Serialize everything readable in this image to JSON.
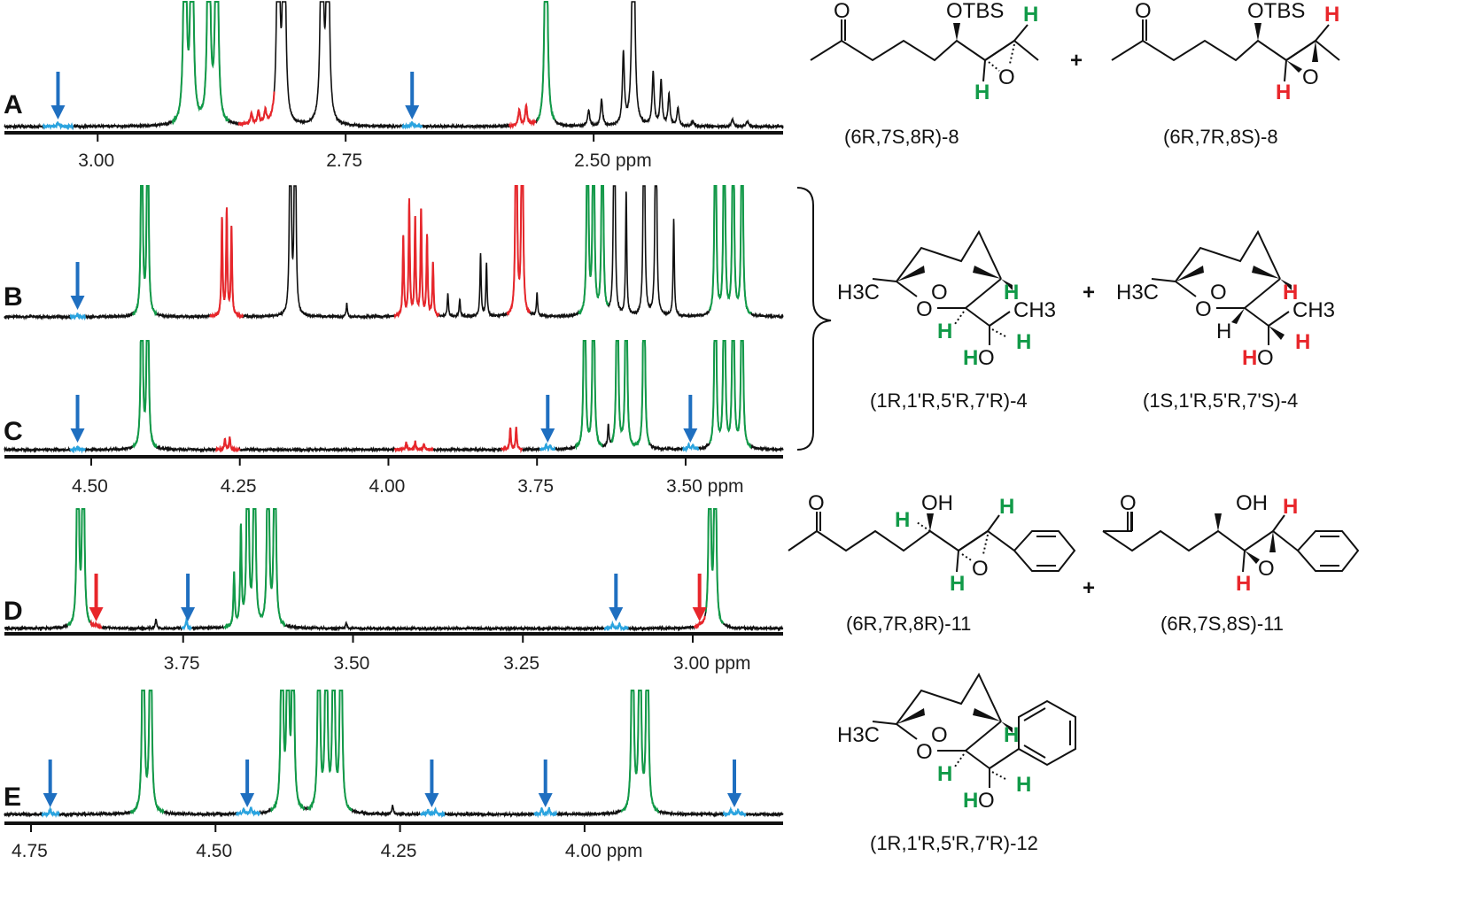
{
  "colors": {
    "green": "#119a48",
    "red": "#e8262b",
    "blue": "#1f6fc0",
    "black": "#111111",
    "lightblue": "#2aa4e0"
  },
  "chart_data": [
    {
      "type": "line",
      "panel": "A",
      "xlabel": "ppm",
      "xlim": [
        3.094,
        2.309
      ],
      "ticks": [
        {
          "v": 3.0,
          "label": "3.00"
        },
        {
          "v": 2.75,
          "label": "2.75"
        },
        {
          "v": 2.5,
          "label": "2.50 ppm"
        }
      ],
      "peaks": [
        {
          "ppm": 2.912,
          "h": 400,
          "c": "green"
        },
        {
          "ppm": 2.905,
          "h": 400,
          "c": "green"
        },
        {
          "ppm": 2.888,
          "h": 400,
          "c": "green"
        },
        {
          "ppm": 2.88,
          "h": 400,
          "c": "green"
        },
        {
          "ppm": 2.845,
          "h": 12,
          "c": "red"
        },
        {
          "ppm": 2.838,
          "h": 15,
          "c": "red"
        },
        {
          "ppm": 2.831,
          "h": 14,
          "c": "red"
        },
        {
          "ppm": 2.818,
          "h": 400,
          "c": "black"
        },
        {
          "ppm": 2.812,
          "h": 400,
          "c": "black"
        },
        {
          "ppm": 2.774,
          "h": 400,
          "c": "black"
        },
        {
          "ppm": 2.768,
          "h": 400,
          "c": "black"
        },
        {
          "ppm": 2.683,
          "h": 4,
          "c": "blue"
        },
        {
          "ppm": 2.575,
          "h": 18,
          "c": "red"
        },
        {
          "ppm": 2.568,
          "h": 22,
          "c": "red"
        },
        {
          "ppm": 2.548,
          "h": 400,
          "c": "green"
        },
        {
          "ppm": 2.505,
          "h": 18,
          "c": "black"
        },
        {
          "ppm": 2.492,
          "h": 30,
          "c": "black"
        },
        {
          "ppm": 2.47,
          "h": 80,
          "c": "black"
        },
        {
          "ppm": 2.46,
          "h": 400,
          "c": "black"
        },
        {
          "ppm": 2.44,
          "h": 60,
          "c": "black"
        },
        {
          "ppm": 2.432,
          "h": 50,
          "c": "black"
        },
        {
          "ppm": 2.424,
          "h": 35,
          "c": "black"
        },
        {
          "ppm": 2.415,
          "h": 20,
          "c": "black"
        },
        {
          "ppm": 2.4,
          "h": 6,
          "c": "black"
        },
        {
          "ppm": 2.36,
          "h": 8,
          "c": "black"
        },
        {
          "ppm": 2.345,
          "h": 6,
          "c": "black"
        },
        {
          "ppm": 3.04,
          "h": 4,
          "c": "blue"
        }
      ],
      "regions": [
        {
          "from": 2.925,
          "to": 2.868,
          "c": "green"
        },
        {
          "from": 2.858,
          "to": 2.822,
          "c": "red"
        },
        {
          "from": 3.055,
          "to": 3.025,
          "c": "blue"
        },
        {
          "from": 2.693,
          "to": 2.673,
          "c": "blue"
        },
        {
          "from": 2.585,
          "to": 2.558,
          "c": "red"
        },
        {
          "from": 2.557,
          "to": 2.539,
          "c": "green"
        }
      ],
      "arrows": [
        {
          "ppm": 3.04,
          "c": "blue"
        },
        {
          "ppm": 2.683,
          "c": "blue"
        }
      ]
    },
    {
      "type": "line",
      "panel": "B",
      "xlabel": "ppm",
      "xlim": [
        4.646,
        3.336
      ],
      "ticks": [],
      "peaks": [
        {
          "ppm": 4.523,
          "h": 3,
          "c": "blue"
        },
        {
          "ppm": 4.415,
          "h": 400,
          "c": "green"
        },
        {
          "ppm": 4.405,
          "h": 400,
          "c": "green"
        },
        {
          "ppm": 4.28,
          "h": 110,
          "c": "red"
        },
        {
          "ppm": 4.272,
          "h": 120,
          "c": "red"
        },
        {
          "ppm": 4.264,
          "h": 100,
          "c": "red"
        },
        {
          "ppm": 4.165,
          "h": 400,
          "c": "black"
        },
        {
          "ppm": 4.157,
          "h": 400,
          "c": "black"
        },
        {
          "ppm": 4.07,
          "h": 15,
          "c": "black"
        },
        {
          "ppm": 3.975,
          "h": 90,
          "c": "red"
        },
        {
          "ppm": 3.965,
          "h": 130,
          "c": "red"
        },
        {
          "ppm": 3.955,
          "h": 110,
          "c": "red"
        },
        {
          "ppm": 3.945,
          "h": 120,
          "c": "red"
        },
        {
          "ppm": 3.935,
          "h": 90,
          "c": "red"
        },
        {
          "ppm": 3.925,
          "h": 60,
          "c": "red"
        },
        {
          "ppm": 3.9,
          "h": 25,
          "c": "black"
        },
        {
          "ppm": 3.88,
          "h": 20,
          "c": "black"
        },
        {
          "ppm": 3.845,
          "h": 70,
          "c": "black"
        },
        {
          "ppm": 3.835,
          "h": 60,
          "c": "black"
        },
        {
          "ppm": 3.785,
          "h": 400,
          "c": "red"
        },
        {
          "ppm": 3.775,
          "h": 400,
          "c": "red"
        },
        {
          "ppm": 3.75,
          "h": 25,
          "c": "black"
        },
        {
          "ppm": 3.665,
          "h": 400,
          "c": "green"
        },
        {
          "ppm": 3.655,
          "h": 400,
          "c": "green"
        },
        {
          "ppm": 3.64,
          "h": 400,
          "c": "green"
        },
        {
          "ppm": 3.62,
          "h": 400,
          "c": "black"
        },
        {
          "ppm": 3.6,
          "h": 140,
          "c": "black"
        },
        {
          "ppm": 3.57,
          "h": 400,
          "c": "black"
        },
        {
          "ppm": 3.55,
          "h": 400,
          "c": "black"
        },
        {
          "ppm": 3.52,
          "h": 110,
          "c": "black"
        },
        {
          "ppm": 3.45,
          "h": 400,
          "c": "green"
        },
        {
          "ppm": 3.435,
          "h": 400,
          "c": "green"
        },
        {
          "ppm": 3.42,
          "h": 400,
          "c": "green"
        },
        {
          "ppm": 3.405,
          "h": 400,
          "c": "green"
        }
      ],
      "regions": [
        {
          "from": 4.535,
          "to": 4.51,
          "c": "blue"
        },
        {
          "from": 4.43,
          "to": 4.39,
          "c": "green"
        },
        {
          "from": 4.3,
          "to": 4.245,
          "c": "red"
        },
        {
          "from": 3.99,
          "to": 3.915,
          "c": "red"
        },
        {
          "from": 3.8,
          "to": 3.762,
          "c": "red"
        },
        {
          "from": 3.68,
          "to": 3.63,
          "c": "green"
        },
        {
          "from": 3.46,
          "to": 3.39,
          "c": "green"
        }
      ],
      "arrows": [
        {
          "ppm": 4.523,
          "c": "blue"
        }
      ]
    },
    {
      "type": "line",
      "panel": "C",
      "xlabel": "ppm",
      "xlim": [
        4.646,
        3.336
      ],
      "ticks": [
        {
          "v": 4.5,
          "label": "4.50"
        },
        {
          "v": 4.25,
          "label": "4.25"
        },
        {
          "v": 4.0,
          "label": "4.00"
        },
        {
          "v": 3.75,
          "label": "3.75"
        },
        {
          "v": 3.5,
          "label": "3.50 ppm"
        }
      ],
      "peaks": [
        {
          "ppm": 4.523,
          "h": 3,
          "c": "blue"
        },
        {
          "ppm": 4.415,
          "h": 400,
          "c": "green"
        },
        {
          "ppm": 4.405,
          "h": 400,
          "c": "green"
        },
        {
          "ppm": 4.275,
          "h": 12,
          "c": "red"
        },
        {
          "ppm": 4.267,
          "h": 14,
          "c": "red"
        },
        {
          "ppm": 3.97,
          "h": 8,
          "c": "red"
        },
        {
          "ppm": 3.955,
          "h": 9,
          "c": "red"
        },
        {
          "ppm": 3.94,
          "h": 7,
          "c": "red"
        },
        {
          "ppm": 3.795,
          "h": 25,
          "c": "red"
        },
        {
          "ppm": 3.785,
          "h": 25,
          "c": "red"
        },
        {
          "ppm": 3.735,
          "h": 5,
          "c": "blue"
        },
        {
          "ppm": 3.728,
          "h": 5,
          "c": "blue"
        },
        {
          "ppm": 3.67,
          "h": 400,
          "c": "green"
        },
        {
          "ppm": 3.655,
          "h": 400,
          "c": "green"
        },
        {
          "ppm": 3.63,
          "h": 25,
          "c": "black"
        },
        {
          "ppm": 3.615,
          "h": 400,
          "c": "green"
        },
        {
          "ppm": 3.6,
          "h": 400,
          "c": "green"
        },
        {
          "ppm": 3.57,
          "h": 400,
          "c": "green"
        },
        {
          "ppm": 3.495,
          "h": 5,
          "c": "blue"
        },
        {
          "ppm": 3.488,
          "h": 5,
          "c": "blue"
        },
        {
          "ppm": 3.45,
          "h": 400,
          "c": "green"
        },
        {
          "ppm": 3.435,
          "h": 400,
          "c": "green"
        },
        {
          "ppm": 3.42,
          "h": 400,
          "c": "green"
        },
        {
          "ppm": 3.405,
          "h": 400,
          "c": "green"
        }
      ],
      "regions": [
        {
          "from": 4.535,
          "to": 4.51,
          "c": "blue"
        },
        {
          "from": 4.43,
          "to": 4.39,
          "c": "green"
        },
        {
          "from": 4.29,
          "to": 4.25,
          "c": "red"
        },
        {
          "from": 3.99,
          "to": 3.925,
          "c": "red"
        },
        {
          "from": 3.81,
          "to": 3.775,
          "c": "red"
        },
        {
          "from": 3.745,
          "to": 3.72,
          "c": "blue"
        },
        {
          "from": 3.685,
          "to": 3.64,
          "c": "green"
        },
        {
          "from": 3.625,
          "to": 3.56,
          "c": "green"
        },
        {
          "from": 3.505,
          "to": 3.478,
          "c": "blue"
        },
        {
          "from": 3.46,
          "to": 3.39,
          "c": "green"
        }
      ],
      "arrows": [
        {
          "ppm": 4.523,
          "c": "blue"
        },
        {
          "ppm": 3.732,
          "c": "blue"
        },
        {
          "ppm": 3.492,
          "c": "blue"
        }
      ]
    },
    {
      "type": "line",
      "panel": "D",
      "xlabel": "ppm",
      "xlim": [
        4.013,
        2.867
      ],
      "ticks": [
        {
          "v": 3.75,
          "label": "3.75"
        },
        {
          "v": 3.5,
          "label": "3.50"
        },
        {
          "v": 3.25,
          "label": "3.25"
        },
        {
          "v": 3.0,
          "label": "3.00 ppm"
        }
      ],
      "peaks": [
        {
          "ppm": 3.905,
          "h": 400,
          "c": "green"
        },
        {
          "ppm": 3.897,
          "h": 400,
          "c": "green"
        },
        {
          "ppm": 3.878,
          "h": 3,
          "c": "red"
        },
        {
          "ppm": 3.79,
          "h": 10,
          "c": "black"
        },
        {
          "ppm": 3.745,
          "h": 10,
          "c": "blue"
        },
        {
          "ppm": 3.675,
          "h": 60,
          "c": "green"
        },
        {
          "ppm": 3.665,
          "h": 110,
          "c": "green"
        },
        {
          "ppm": 3.655,
          "h": 400,
          "c": "green"
        },
        {
          "ppm": 3.645,
          "h": 400,
          "c": "green"
        },
        {
          "ppm": 3.625,
          "h": 400,
          "c": "green"
        },
        {
          "ppm": 3.615,
          "h": 400,
          "c": "green"
        },
        {
          "ppm": 3.51,
          "h": 6,
          "c": "black"
        },
        {
          "ppm": 3.118,
          "h": 5,
          "c": "blue"
        },
        {
          "ppm": 3.108,
          "h": 5,
          "c": "blue"
        },
        {
          "ppm": 2.99,
          "h": 3,
          "c": "red"
        },
        {
          "ppm": 2.975,
          "h": 400,
          "c": "green"
        },
        {
          "ppm": 2.967,
          "h": 400,
          "c": "green"
        }
      ],
      "regions": [
        {
          "from": 3.92,
          "to": 3.887,
          "c": "green"
        },
        {
          "from": 3.886,
          "to": 3.87,
          "c": "red"
        },
        {
          "from": 3.752,
          "to": 3.738,
          "c": "blue"
        },
        {
          "from": 3.69,
          "to": 3.6,
          "c": "green"
        },
        {
          "from": 3.13,
          "to": 3.095,
          "c": "blue"
        },
        {
          "from": 2.998,
          "to": 2.982,
          "c": "red"
        },
        {
          "from": 2.981,
          "to": 2.955,
          "c": "green"
        }
      ],
      "arrows": [
        {
          "ppm": 3.878,
          "c": "red"
        },
        {
          "ppm": 3.743,
          "c": "blue"
        },
        {
          "ppm": 3.113,
          "c": "blue"
        },
        {
          "ppm": 2.99,
          "c": "red"
        }
      ]
    },
    {
      "type": "line",
      "panel": "E",
      "xlabel": "ppm",
      "xlim": [
        4.786,
        3.731
      ],
      "ticks": [
        {
          "v": 4.75,
          "label": "4.75"
        },
        {
          "v": 4.5,
          "label": "4.50"
        },
        {
          "v": 4.25,
          "label": "4.25"
        },
        {
          "v": 4.0,
          "label": "4.00 ppm"
        }
      ],
      "peaks": [
        {
          "ppm": 4.724,
          "h": 5,
          "c": "blue"
        },
        {
          "ppm": 4.598,
          "h": 400,
          "c": "green"
        },
        {
          "ppm": 4.588,
          "h": 400,
          "c": "green"
        },
        {
          "ppm": 4.462,
          "h": 6,
          "c": "blue"
        },
        {
          "ppm": 4.452,
          "h": 6,
          "c": "blue"
        },
        {
          "ppm": 4.41,
          "h": 400,
          "c": "green"
        },
        {
          "ppm": 4.402,
          "h": 400,
          "c": "green"
        },
        {
          "ppm": 4.395,
          "h": 400,
          "c": "green"
        },
        {
          "ppm": 4.36,
          "h": 400,
          "c": "green"
        },
        {
          "ppm": 4.35,
          "h": 400,
          "c": "green"
        },
        {
          "ppm": 4.34,
          "h": 400,
          "c": "green"
        },
        {
          "ppm": 4.33,
          "h": 400,
          "c": "green"
        },
        {
          "ppm": 4.26,
          "h": 10,
          "c": "black"
        },
        {
          "ppm": 4.212,
          "h": 5,
          "c": "blue"
        },
        {
          "ppm": 4.202,
          "h": 5,
          "c": "blue"
        },
        {
          "ppm": 4.058,
          "h": 6,
          "c": "blue"
        },
        {
          "ppm": 4.048,
          "h": 6,
          "c": "blue"
        },
        {
          "ppm": 3.935,
          "h": 400,
          "c": "green"
        },
        {
          "ppm": 3.925,
          "h": 400,
          "c": "green"
        },
        {
          "ppm": 3.915,
          "h": 400,
          "c": "green"
        },
        {
          "ppm": 3.802,
          "h": 5,
          "c": "blue"
        },
        {
          "ppm": 3.792,
          "h": 5,
          "c": "blue"
        }
      ],
      "regions": [
        {
          "from": 4.735,
          "to": 4.712,
          "c": "blue"
        },
        {
          "from": 4.615,
          "to": 4.57,
          "c": "green"
        },
        {
          "from": 4.472,
          "to": 4.44,
          "c": "blue"
        },
        {
          "from": 4.425,
          "to": 4.38,
          "c": "green"
        },
        {
          "from": 4.375,
          "to": 4.315,
          "c": "green"
        },
        {
          "from": 4.222,
          "to": 4.19,
          "c": "blue"
        },
        {
          "from": 4.068,
          "to": 4.038,
          "c": "blue"
        },
        {
          "from": 3.95,
          "to": 3.9,
          "c": "green"
        },
        {
          "from": 3.812,
          "to": 3.782,
          "c": "blue"
        }
      ],
      "arrows": [
        {
          "ppm": 4.724,
          "c": "blue"
        },
        {
          "ppm": 4.457,
          "c": "blue"
        },
        {
          "ppm": 4.207,
          "c": "blue"
        },
        {
          "ppm": 4.053,
          "c": "blue"
        },
        {
          "ppm": 3.797,
          "c": "blue"
        }
      ]
    }
  ],
  "panel_labels": {
    "A": "A",
    "B": "B",
    "C": "C",
    "D": "D",
    "E": "E"
  },
  "structures": {
    "s8a": {
      "name": "(6R,7S,8R)-8",
      "O": "O",
      "OTBS": "OTBS",
      "Oep": "O",
      "H1": "H",
      "H2": "H"
    },
    "s8b": {
      "name": "(6R,7R,8S)-8",
      "O": "O",
      "OTBS": "OTBS",
      "Oep": "O",
      "H1": "H",
      "H2": "H"
    },
    "plus1": "+",
    "s4a": {
      "name": "(1R,1'R,5'R,7'R)-4",
      "H3C": "H3C",
      "O1": "O",
      "O2": "O",
      "H1": "H",
      "H2": "H",
      "CH3": "CH3",
      "H3": "H",
      "HO_H": "H",
      "HO_O": "O"
    },
    "s4b": {
      "name": "(1S,1'R,5'R,7'S)-4",
      "H3C": "H3C",
      "O1": "O",
      "O2": "O",
      "H1": "H",
      "H2": "H",
      "CH3": "CH3",
      "H3": "H",
      "HO_H": "H",
      "HO_O": "O"
    },
    "plus2": "+",
    "s11a": {
      "name": "(6R,7R,8R)-11",
      "O": "O",
      "OH": "OH",
      "Oep": "O",
      "H0": "H",
      "H1": "H",
      "H2": "H"
    },
    "s11b": {
      "name": "(6R,7S,8S)-11",
      "O": "O",
      "OH": "OH",
      "Oep": "O",
      "H1": "H",
      "H2": "H"
    },
    "plus3": "+",
    "s12": {
      "name": "(1R,1'R,5'R,7'R)-12",
      "H3C": "H3C",
      "O1": "O",
      "O2": "O",
      "H1": "H",
      "H2": "H",
      "H3": "H",
      "HO_H": "H",
      "HO_O": "O"
    }
  }
}
